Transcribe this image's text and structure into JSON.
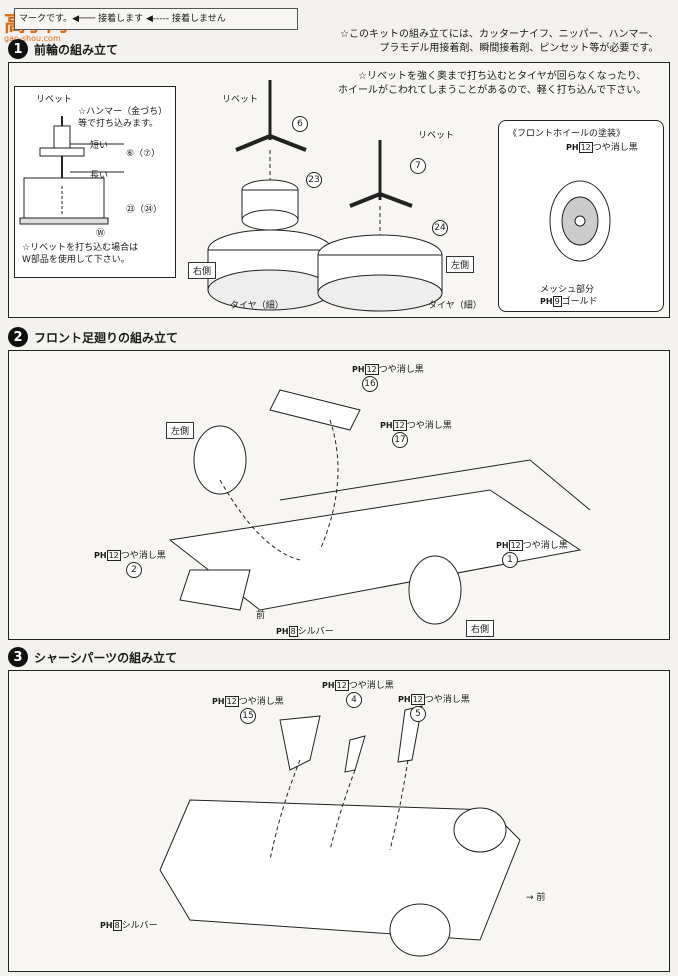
{
  "logo": {
    "text": "高手网",
    "domain": "gao-shou.com"
  },
  "legend": {
    "text": "マークです。◀─── 接着します ◀----- 接着しません"
  },
  "notes": {
    "top": "☆このキットの組み立てには、カッターナイフ、ニッパー、ハンマー、\nプラモデル用接着剤、瞬間接着剤、ピンセット等が必要です。",
    "rivet": "☆リベットを強く奥まで打ち込むとタイヤが回らなくなったり、\nホイールがこわれてしまうことがあるので、軽く打ち込んで下さい。"
  },
  "steps": [
    {
      "num": "1",
      "title": "前輪の組み立て"
    },
    {
      "num": "2",
      "title": "フロント足廻りの組み立て"
    },
    {
      "num": "3",
      "title": "シャーシパーツの組み立て"
    }
  ],
  "step1": {
    "inset": {
      "rivet": "リベット",
      "hammer": "☆ハンマー（金づち）\n等で打ち込みます。",
      "short": "短い",
      "long": "長い",
      "p6_7": "⑥（⑦）",
      "p23_24": "㉓（㉔）",
      "w": "Ⓦ",
      "note": "☆リベットを打ち込む場合は\nW部品を使用して下さい。"
    },
    "right_side": "右側",
    "left_side": "左側",
    "rivet1": "リベット",
    "rivet2": "リベット",
    "p6": "6",
    "p7": "7",
    "p23": "23",
    "p24": "24",
    "tire1": "タイヤ（細）",
    "tire2": "タイヤ（細）",
    "wheel": {
      "title": "《フロントホイールの塗装》",
      "ph": "PH",
      "n12": "12",
      "paint1": "つや消し黒",
      "mesh": "メッシュ部分",
      "n9": "9",
      "gold": "ゴールド"
    }
  },
  "step2": {
    "ph": "PH",
    "n12": "12",
    "n8": "8",
    "matte_black": "つや消し黒",
    "silver": "シルバー",
    "left": "左側",
    "right": "右側",
    "front": "前",
    "p1": "1",
    "p2": "2",
    "p16": "16",
    "p17": "17"
  },
  "step3": {
    "ph": "PH",
    "n12": "12",
    "n8": "8",
    "matte_black": "つや消し黒",
    "silver": "シルバー",
    "front": "→ 前",
    "p4": "4",
    "p5": "5",
    "p15": "15"
  }
}
